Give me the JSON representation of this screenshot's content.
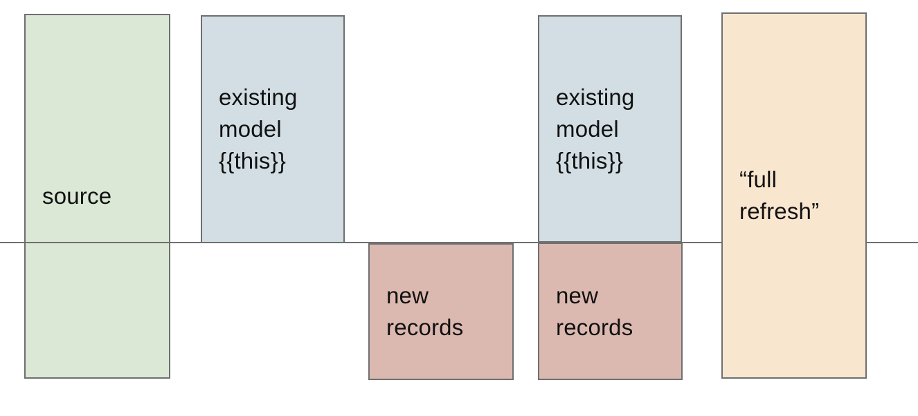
{
  "diagram": {
    "line": {
      "color": "#6f6f6f"
    },
    "border_color": "#6f6f6f",
    "text_color": "#111111",
    "boxes": [
      {
        "id": "source",
        "label": "source",
        "fill": "#dbe8d6"
      },
      {
        "id": "existing-model-1",
        "label": "existing model {{this}}",
        "fill": "#d2dee3"
      },
      {
        "id": "new-records-1",
        "label": "new records",
        "fill": "#dcb9b0"
      },
      {
        "id": "existing-model-2",
        "label": "existing model {{this}}",
        "fill": "#d2dee3"
      },
      {
        "id": "new-records-2",
        "label": "new records",
        "fill": "#dcb9b0"
      },
      {
        "id": "full-refresh",
        "label": "“full refresh”",
        "fill": "#f9e6cf"
      }
    ]
  }
}
